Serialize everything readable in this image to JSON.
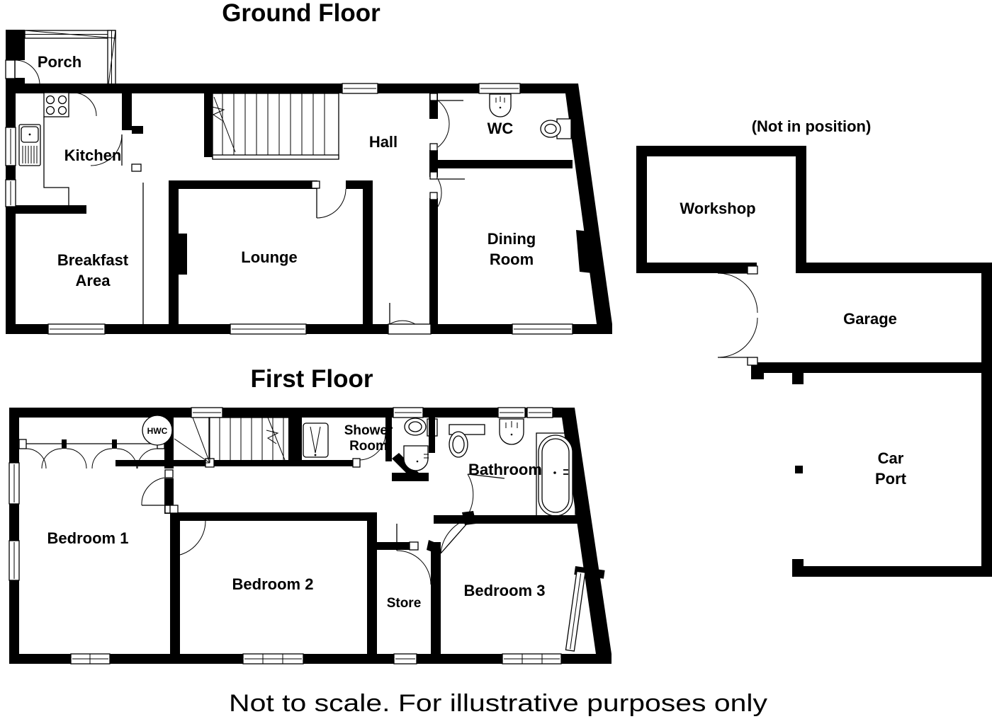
{
  "document": {
    "type": "floor-plan",
    "footer_note": "Not to scale. For illustrative purposes only"
  },
  "sections": {
    "ground_floor": {
      "title": "Ground Floor",
      "rooms": [
        {
          "id": "porch",
          "label": "Porch"
        },
        {
          "id": "kitchen",
          "label": "Kitchen"
        },
        {
          "id": "breakfast-area",
          "label": "Breakfast\nArea",
          "line1": "Breakfast",
          "line2": "Area"
        },
        {
          "id": "lounge",
          "label": "Lounge"
        },
        {
          "id": "hall",
          "label": "Hall"
        },
        {
          "id": "wc",
          "label": "WC"
        },
        {
          "id": "dining-room",
          "label": "Dining\nRoom",
          "line1": "Dining",
          "line2": "Room"
        }
      ]
    },
    "first_floor": {
      "title": "First Floor",
      "rooms": [
        {
          "id": "bedroom-1",
          "label": "Bedroom 1"
        },
        {
          "id": "bedroom-2",
          "label": "Bedroom 2"
        },
        {
          "id": "bedroom-3",
          "label": "Bedroom 3"
        },
        {
          "id": "shower-room",
          "label": "Shower\nRoom",
          "line1": "Shower",
          "line2": "Room"
        },
        {
          "id": "bathroom",
          "label": "Bathroom"
        },
        {
          "id": "store",
          "label": "Store"
        },
        {
          "id": "hwc",
          "label": "HWC"
        }
      ]
    },
    "outbuildings": {
      "note": "(Not in position)",
      "rooms": [
        {
          "id": "workshop",
          "label": "Workshop"
        },
        {
          "id": "garage",
          "label": "Garage"
        },
        {
          "id": "car-port",
          "label": "Car\nPort",
          "line1": "Car",
          "line2": "Port"
        }
      ]
    }
  },
  "colors": {
    "wall": "#000000",
    "background": "#ffffff",
    "fixture_stroke": "#000000"
  }
}
